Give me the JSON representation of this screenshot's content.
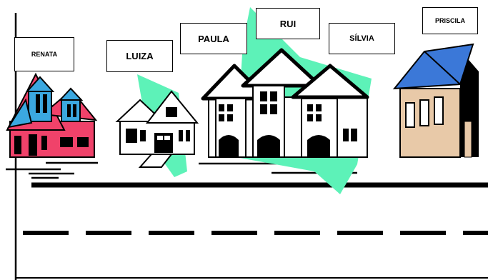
{
  "labels": {
    "renata": "RENATA",
    "luiza": "LUIZA",
    "paula": "PAULA",
    "rui": "RUI",
    "silvia": "SÍLVIA",
    "priscila": "PRISCILA"
  },
  "colors": {
    "renata_house_body": "#f0426a",
    "renata_house_roof": "#3ba8e0",
    "priscila_house_wall": "#e8c9a8",
    "priscila_house_roof": "#3b78d8",
    "shrub": "#5df2b8",
    "ink": "#000000"
  }
}
